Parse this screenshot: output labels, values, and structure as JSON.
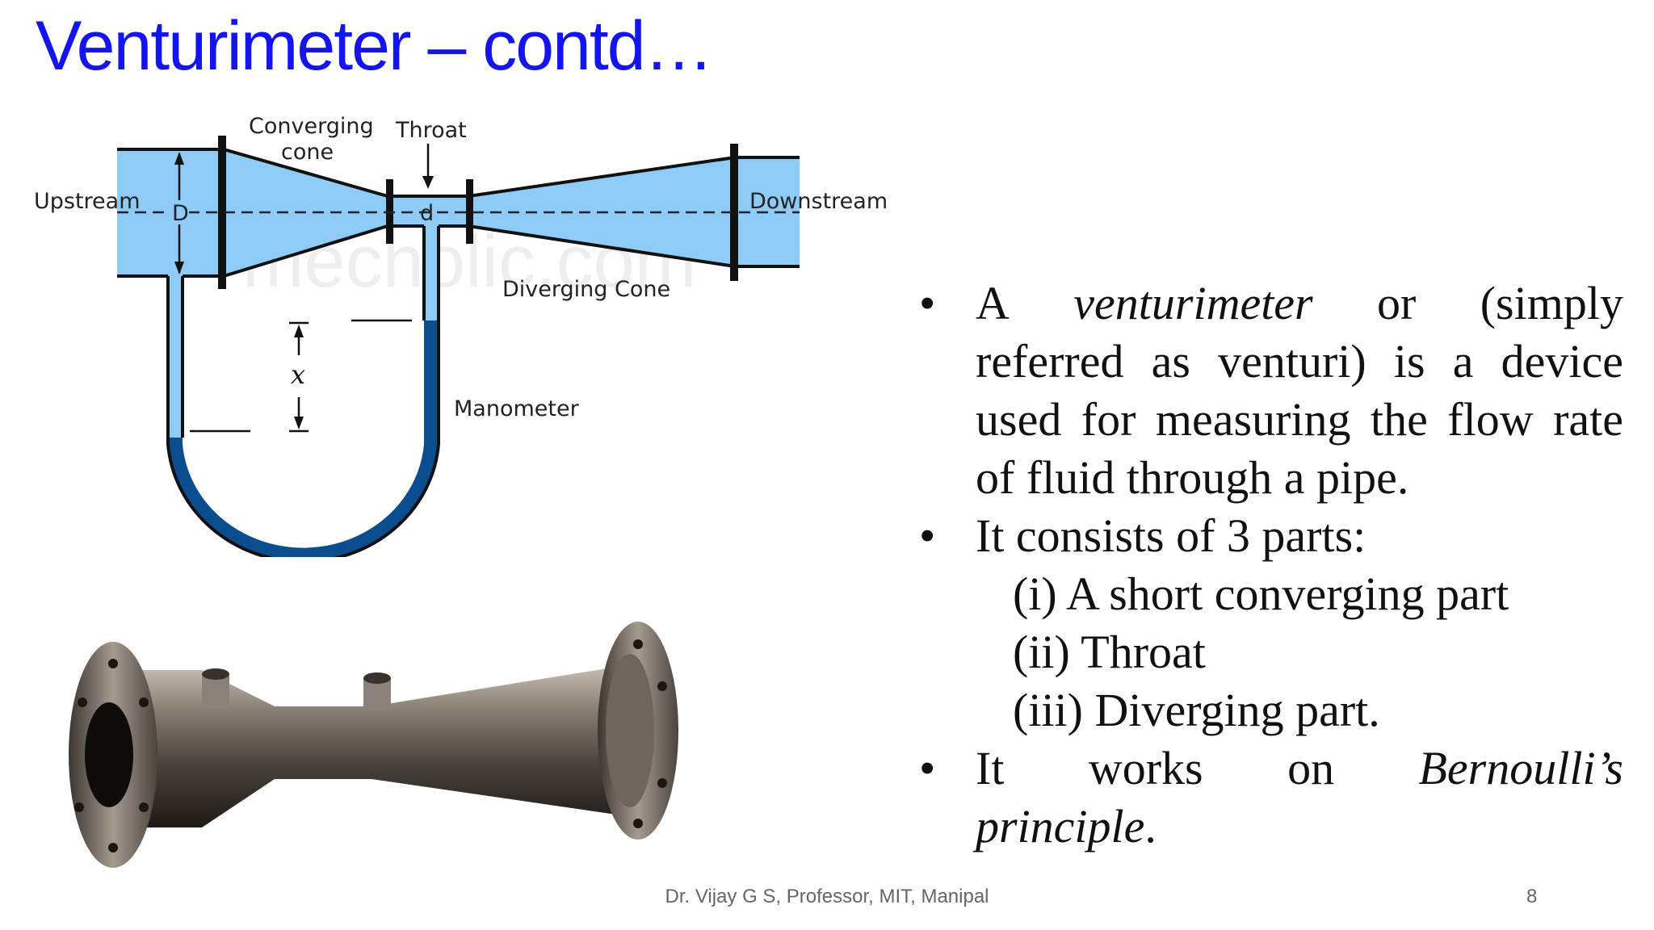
{
  "slide": {
    "title": "Venturimeter – contd…",
    "footer": "Dr. Vijay G S, Professor, MIT, Manipal",
    "page_number": "8"
  },
  "diagram": {
    "labels": {
      "converging_line1": "Converging",
      "converging_line2": "cone",
      "throat": "Throat",
      "upstream": "Upstream",
      "downstream": "Downstream",
      "D": "D",
      "d": "d",
      "diverging": "Diverging Cone",
      "x": "x",
      "manometer": "Manometer"
    },
    "colors": {
      "fluid": "#8ecbf7",
      "mercury": "#0b4e8f",
      "wall": "#000000"
    },
    "watermark": "mecholic.com"
  },
  "bullets": {
    "b1": {
      "line1": [
        "A",
        "venturimeter",
        "or",
        "(simply"
      ],
      "line2": "referred as venturi) is a device",
      "line3": "used for measuring the flow rate",
      "line4": "of fluid through a pipe."
    },
    "b2": "It consists of 3 parts:",
    "sub": [
      "(i) A short converging part",
      "(ii) Throat",
      "(iii) Diverging part."
    ],
    "b3": {
      "line1": [
        "It",
        "works",
        "on",
        "Bernoulli’s"
      ],
      "line2": "principle",
      "line2_end": "."
    },
    "bullet_char": "•"
  }
}
